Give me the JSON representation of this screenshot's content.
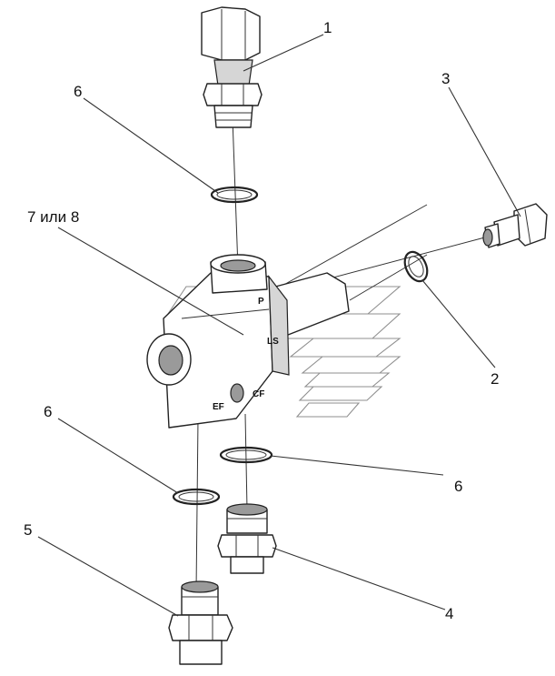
{
  "callouts": {
    "c1": "1",
    "c2": "2",
    "c3": "3",
    "c4": "4",
    "c5": "5",
    "c6a": "6",
    "c6b": "6",
    "c6c": "6",
    "c7": "7 или 8"
  },
  "port_marks": {
    "p": "P",
    "ls": "LS",
    "ef": "EF",
    "cf": "CF"
  }
}
